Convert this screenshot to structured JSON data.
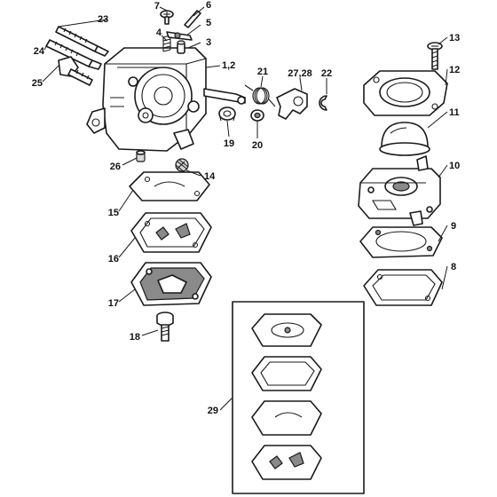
{
  "callouts": {
    "c1": "1,2",
    "c3": "3",
    "c4": "4",
    "c5": "5",
    "c6": "6",
    "c7": "7",
    "c8": "8",
    "c9": "9",
    "c10": "10",
    "c11": "11",
    "c12": "12",
    "c13": "13",
    "c14": "14",
    "c15": "15",
    "c16": "16",
    "c17": "17",
    "c18": "18",
    "c19": "19",
    "c20": "20",
    "c21": "21",
    "c22": "22",
    "c23": "23",
    "c24": "24",
    "c25": "25",
    "c26": "26",
    "c27": "27,28",
    "c29": "29"
  }
}
